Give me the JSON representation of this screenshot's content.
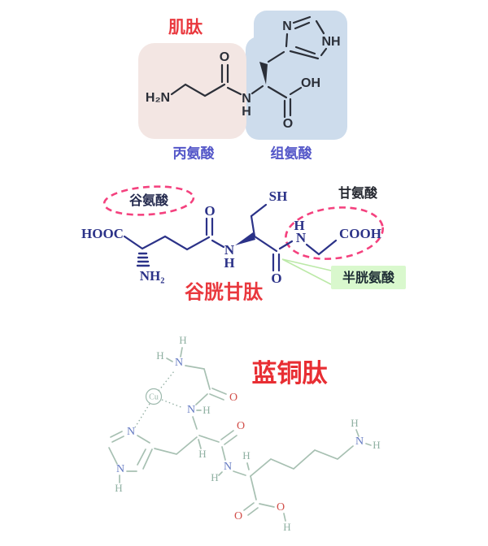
{
  "figure": {
    "description_labels": {
      "carnosine_title": "肌肽",
      "beta_alanine_label": "丙氨酸",
      "histidine_label": "组氨酸",
      "glutathione_title": "谷胱甘肽",
      "glutamic_acid_label": "谷氨酸",
      "glycine_label": "甘氨酸",
      "cysteine_label": "半胱氨酸",
      "copper_peptide_title": "蓝铜肽"
    }
  },
  "carnosine": {
    "title": "肌肽",
    "left_label": "丙氨酸",
    "right_label": "组氨酸",
    "atoms": {
      "amine": "H₂N",
      "amide_o": "O",
      "amide_n": "N",
      "amide_h": "H",
      "ring_n": "N",
      "ring_nh": "NH",
      "hydroxyl": "OH",
      "acid_o": "O"
    }
  },
  "glutathione": {
    "title": "谷胱甘肽",
    "glu_label": "谷氨酸",
    "gly_label": "甘氨酸",
    "cys_label": "半胱氨酸",
    "atoms": {
      "hooc": "HOOC",
      "nh2": "NH₂",
      "amide1_o": "O",
      "amide1_n": "N",
      "amide1_h": "H",
      "sh": "SH",
      "amide2_o": "O",
      "amide2_h": "H",
      "amide2_n": "N",
      "cooh": "COOH"
    }
  },
  "ghk": {
    "title": "蓝铜肽",
    "cu": "Cu",
    "atoms": {
      "gly_h_top": "H",
      "gly_h_left": "H",
      "gly_n": "N",
      "amide1_o": "O",
      "amide1_n": "N",
      "amide1_h": "H",
      "im_n1": "N",
      "im_n2": "N",
      "im_h": "H",
      "his_alpha_h": "H",
      "amide2_o": "O",
      "amide2_n": "N",
      "amide2_h": "H",
      "lys_alpha_h": "H",
      "lys_n": "N",
      "lys_h_top": "H",
      "lys_h_right": "H",
      "acid_o_double": "O",
      "acid_o_single": "O",
      "acid_h": "H"
    }
  },
  "colors": {
    "background": "#ffffff",
    "title_red": "#e9383e",
    "residue_label_blue": "#5356c8",
    "beta_alanine_bg": "#f3e6e3",
    "histidine_bg": "#cddcec",
    "carnosine_stroke": "#2b2f38",
    "glutathione_stroke": "#2b3288",
    "dashed_ellipse_pink": "#f4417e",
    "cysteine_box_bg": "#d9f8cd",
    "ghk_bond": "#a7c0b2",
    "ghk_nitrogen": "#6479c2",
    "ghk_oxygen": "#d24f4a",
    "ghk_hydrogen": "#8fb0a2",
    "ghk_copper": "#9cb8ac"
  }
}
